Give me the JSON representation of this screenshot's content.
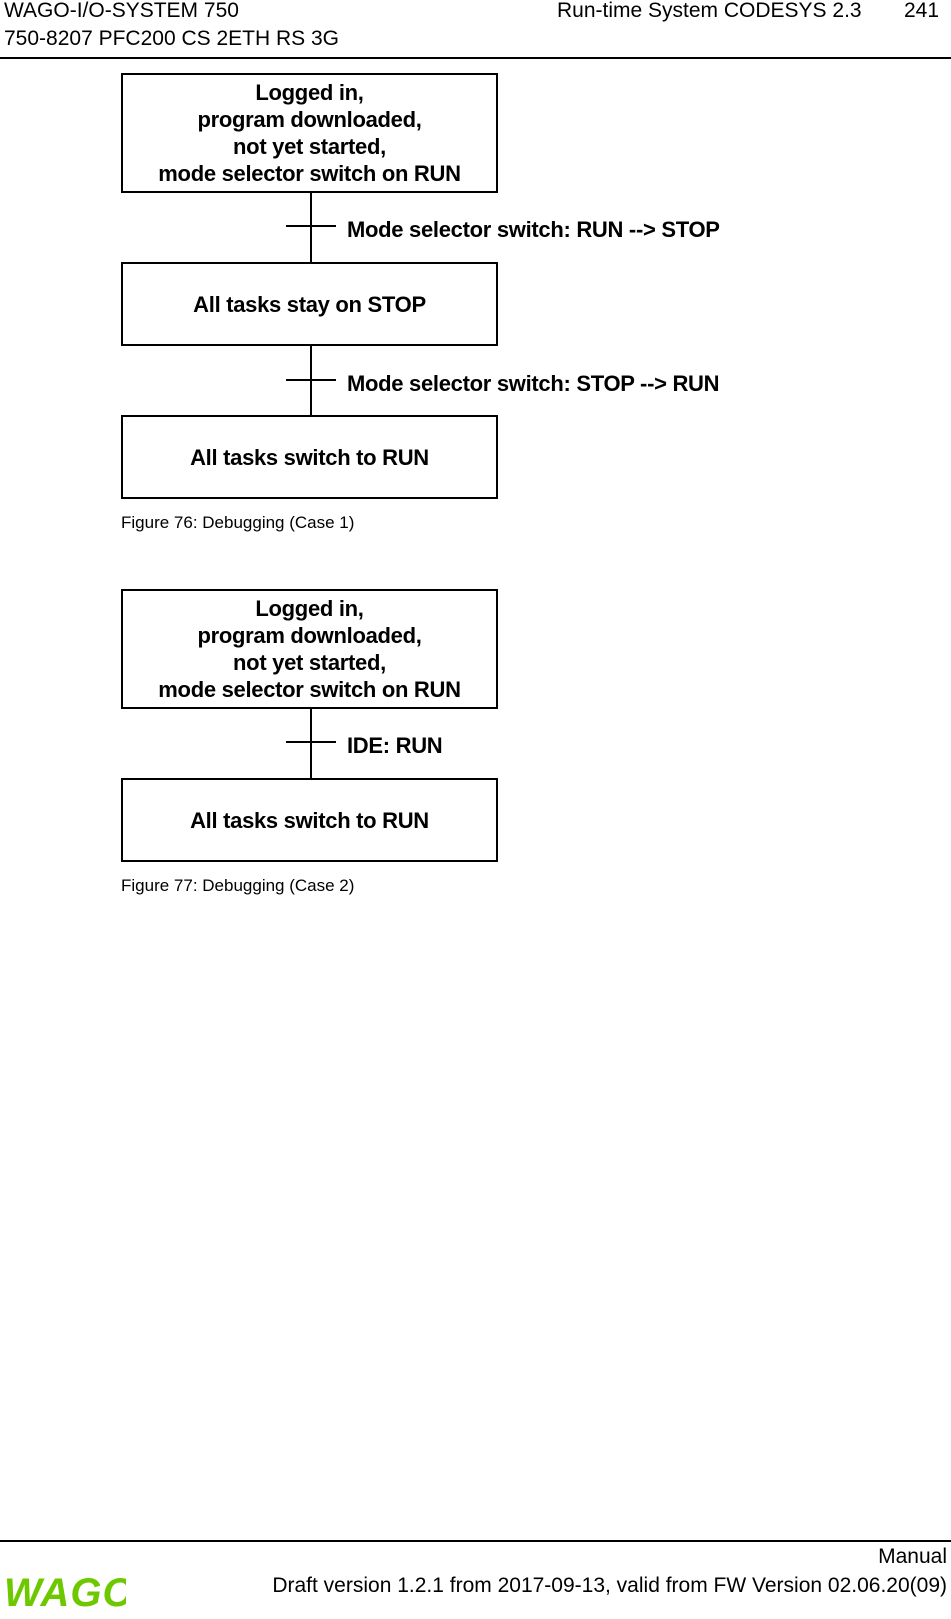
{
  "header": {
    "left_line1": "WAGO-I/O-SYSTEM 750",
    "left_line2": "750-8207 PFC200 CS 2ETH RS 3G",
    "section": "Run-time System CODESYS 2.3",
    "page_number": "241"
  },
  "figure76": {
    "box1_lines": [
      "Logged in,",
      "program downloaded,",
      "not yet started,",
      "mode selector switch on RUN"
    ],
    "transition1": "Mode selector switch: RUN --> STOP",
    "box2": "All tasks stay on STOP",
    "transition2": "Mode selector switch: STOP --> RUN",
    "box3": "All tasks switch to RUN",
    "caption": "Figure 76: Debugging (Case 1)"
  },
  "figure77": {
    "box1_lines": [
      "Logged in,",
      "program downloaded,",
      "not yet started,",
      "mode selector switch on RUN"
    ],
    "transition1": "IDE: RUN",
    "box2": "All tasks switch to RUN",
    "caption": "Figure 77: Debugging (Case 2)"
  },
  "footer": {
    "manual_label": "Manual",
    "draft_info": "Draft version 1.2.1 from 2017-09-13, valid from FW Version 02.06.20(09)",
    "logo_text": "WAGO",
    "logo_color": "#6ec800"
  }
}
